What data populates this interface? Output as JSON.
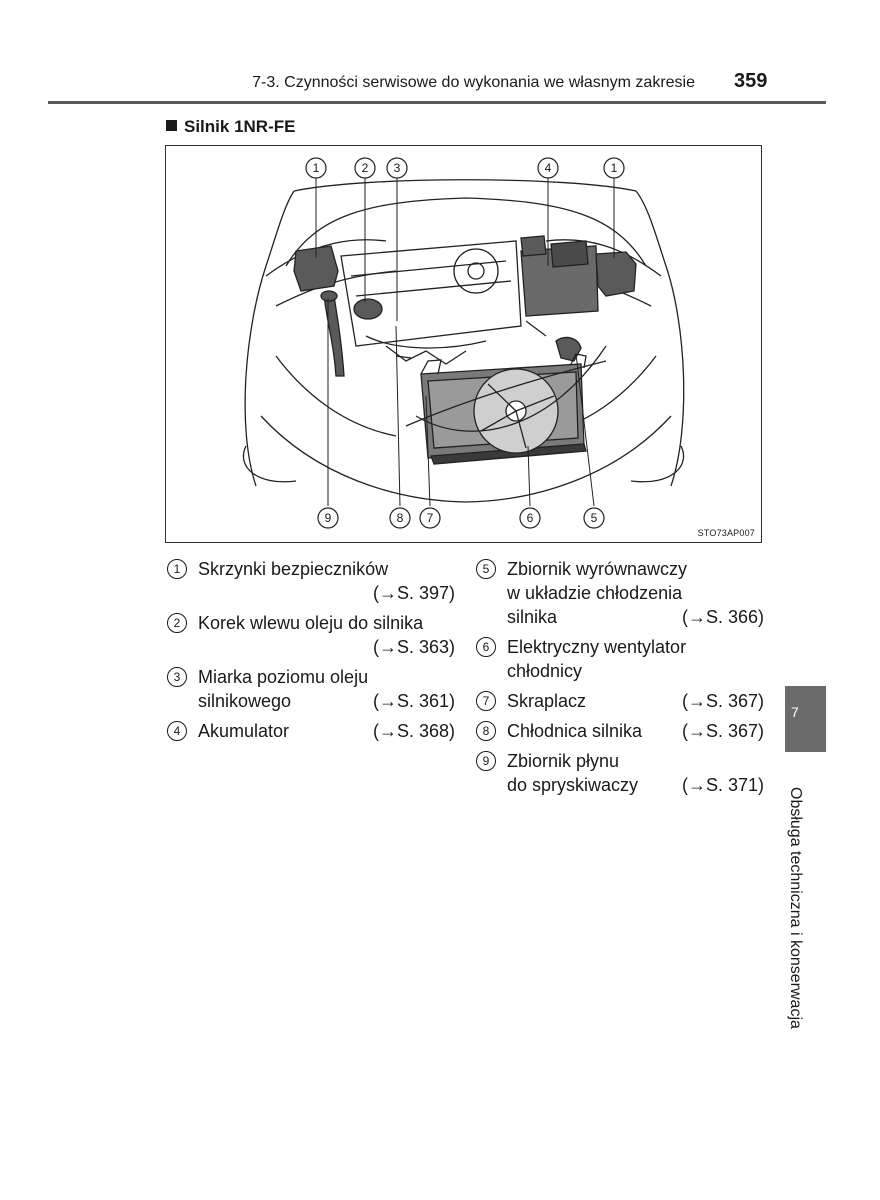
{
  "header": {
    "section": "7-3. Czynności serwisowe do wykonania we własnym zakresie",
    "page_number": "359"
  },
  "title": "Silnik 1NR-FE",
  "figure": {
    "code": "STO73AP007",
    "top_callouts": [
      "1",
      "2",
      "3",
      "4",
      "1"
    ],
    "bottom_callouts": [
      "9",
      "8",
      "7",
      "6",
      "5"
    ]
  },
  "legend": {
    "left": [
      {
        "num": "1",
        "lines": [
          "Skrzynki bezpieczników"
        ],
        "ref": "(→S. 397)",
        "ref_own_line": true
      },
      {
        "num": "2",
        "lines": [
          "Korek wlewu oleju do silnika"
        ],
        "ref": "(→S. 363)",
        "ref_own_line": true
      },
      {
        "num": "3",
        "lines": [
          "Miarka poziomu oleju",
          "silnikowego"
        ],
        "ref": "(→S. 361)",
        "ref_own_line": false
      },
      {
        "num": "4",
        "lines": [
          "Akumulator"
        ],
        "ref": "(→S. 368)",
        "ref_own_line": false
      }
    ],
    "right": [
      {
        "num": "5",
        "lines": [
          "Zbiornik wyrównawczy",
          "w układzie chłodzenia",
          "silnika"
        ],
        "ref": "(→S. 366)",
        "ref_own_line": false
      },
      {
        "num": "6",
        "lines": [
          "Elektryczny wentylator",
          "chłodnicy"
        ],
        "ref": "",
        "ref_own_line": false
      },
      {
        "num": "7",
        "lines": [
          "Skraplacz"
        ],
        "ref": "(→S. 367)",
        "ref_own_line": false
      },
      {
        "num": "8",
        "lines": [
          "Chłodnica silnika"
        ],
        "ref": "(→S. 367)",
        "ref_own_line": false
      },
      {
        "num": "9",
        "lines": [
          "Zbiornik płynu",
          "do spryskiwaczy"
        ],
        "ref": "(→S. 371)",
        "ref_own_line": false
      }
    ]
  },
  "side_tab": {
    "number": "7",
    "label": "Obsługa techniczna i konserwacja"
  }
}
